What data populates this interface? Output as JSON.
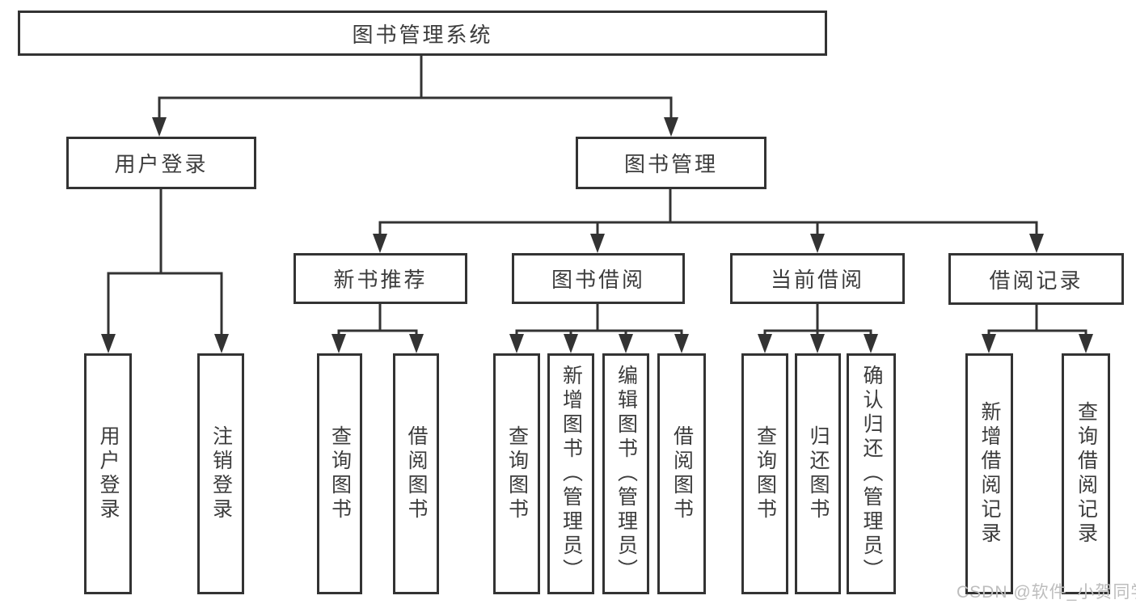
{
  "diagram": {
    "title": "图书管理系统",
    "level1": [
      {
        "label": "用户登录"
      },
      {
        "label": "图书管理"
      }
    ],
    "level2": [
      {
        "label": "新书推荐"
      },
      {
        "label": "图书借阅"
      },
      {
        "label": "当前借阅"
      },
      {
        "label": "借阅记录"
      }
    ],
    "leaves": [
      {
        "label": "用户登录"
      },
      {
        "label": "注销登录"
      },
      {
        "label": "查询图书"
      },
      {
        "label": "借阅图书"
      },
      {
        "label": "查询图书"
      },
      {
        "label": "新增图书（管理员）"
      },
      {
        "label": "编辑图书（管理员）"
      },
      {
        "label": "借阅图书"
      },
      {
        "label": "查询图书"
      },
      {
        "label": "归还图书"
      },
      {
        "label": "确认归还（管理员）"
      },
      {
        "label": "新增借阅记录"
      },
      {
        "label": "查询借阅记录"
      }
    ],
    "watermark": "CSDN @软件_小贺同学",
    "colors": {
      "line": "#333333",
      "text": "#3c3c3c",
      "watermark": "#bdbdbd",
      "background": "#ffffff"
    }
  }
}
